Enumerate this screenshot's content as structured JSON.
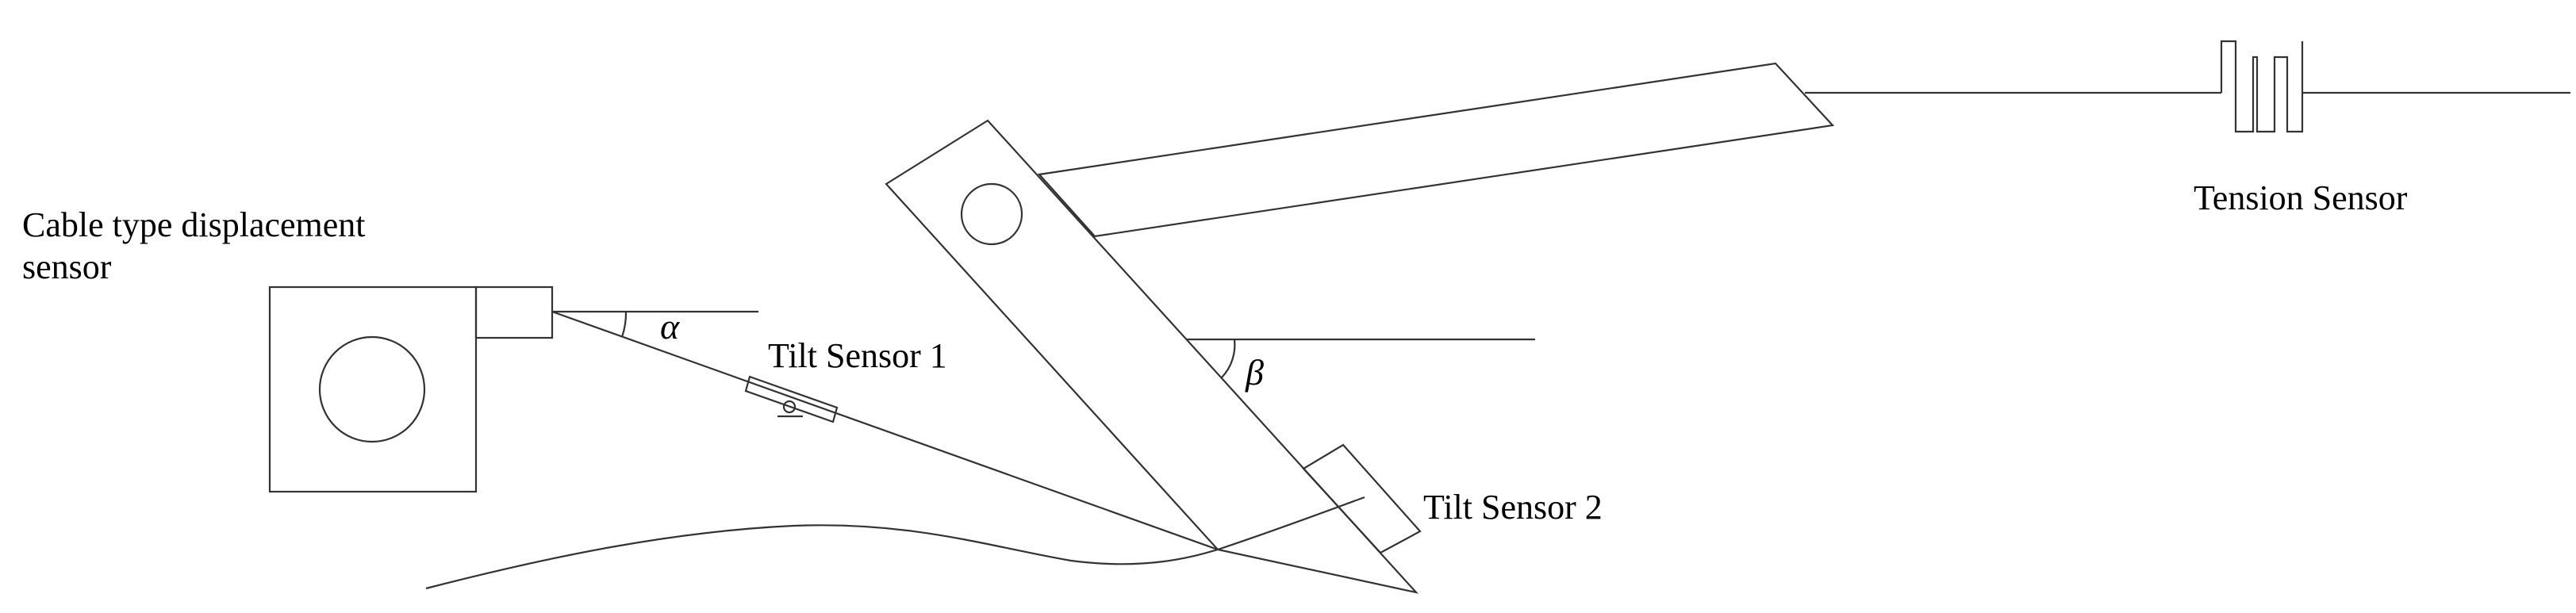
{
  "labels": {
    "cable_sensor_line1": "Cable type displacement",
    "cable_sensor_line2": "sensor",
    "tilt_sensor_1": "Tilt Sensor 1",
    "tilt_sensor_2": "Tilt Sensor 2",
    "tension_sensor": "Tension Sensor",
    "alpha": "α",
    "beta": "β"
  },
  "colors": {
    "stroke": "#333333",
    "text": "#000000",
    "background": "#ffffff"
  }
}
